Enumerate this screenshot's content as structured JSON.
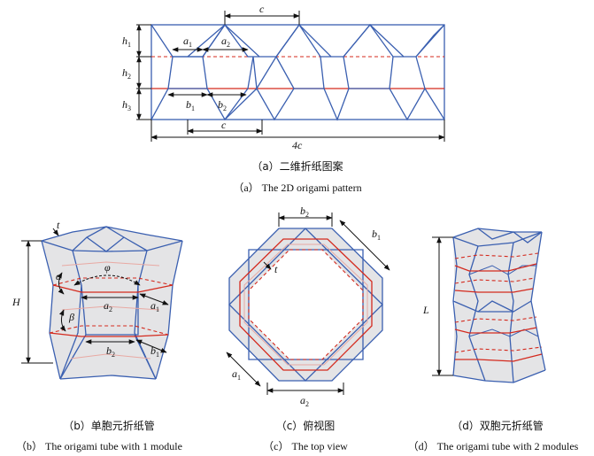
{
  "panel_a": {
    "caption_zh": "（a）二维折纸图案",
    "caption_en": "（a） The 2D origami pattern",
    "labels": {
      "c": "c",
      "a1": "a",
      "a2": "a",
      "b1": "b",
      "b2": "b",
      "h1": "h",
      "h2": "h",
      "h3": "h",
      "four_c": "4c"
    },
    "subs": {
      "one": "1",
      "two": "2",
      "three": "3"
    }
  },
  "panel_b": {
    "caption_zh": "（b）单胞元折纸管",
    "caption_en": "（b） The origami tube with 1 module",
    "labels": {
      "t": "t",
      "H": "H",
      "alpha": "α",
      "beta": "β",
      "phi": "φ",
      "a": "a",
      "b": "b"
    }
  },
  "panel_c": {
    "caption_zh": "（c）俯视图",
    "caption_en": "（c） The top view",
    "labels": {
      "b": "b",
      "a": "a",
      "t": "t"
    }
  },
  "panel_d": {
    "caption_zh": "（d）双胞元折纸管",
    "caption_en": "（d） The origami tube with 2 modules",
    "labels": {
      "L": "L"
    }
  },
  "colors": {
    "blue": "#3a5fb0",
    "red": "#d42a1e"
  }
}
